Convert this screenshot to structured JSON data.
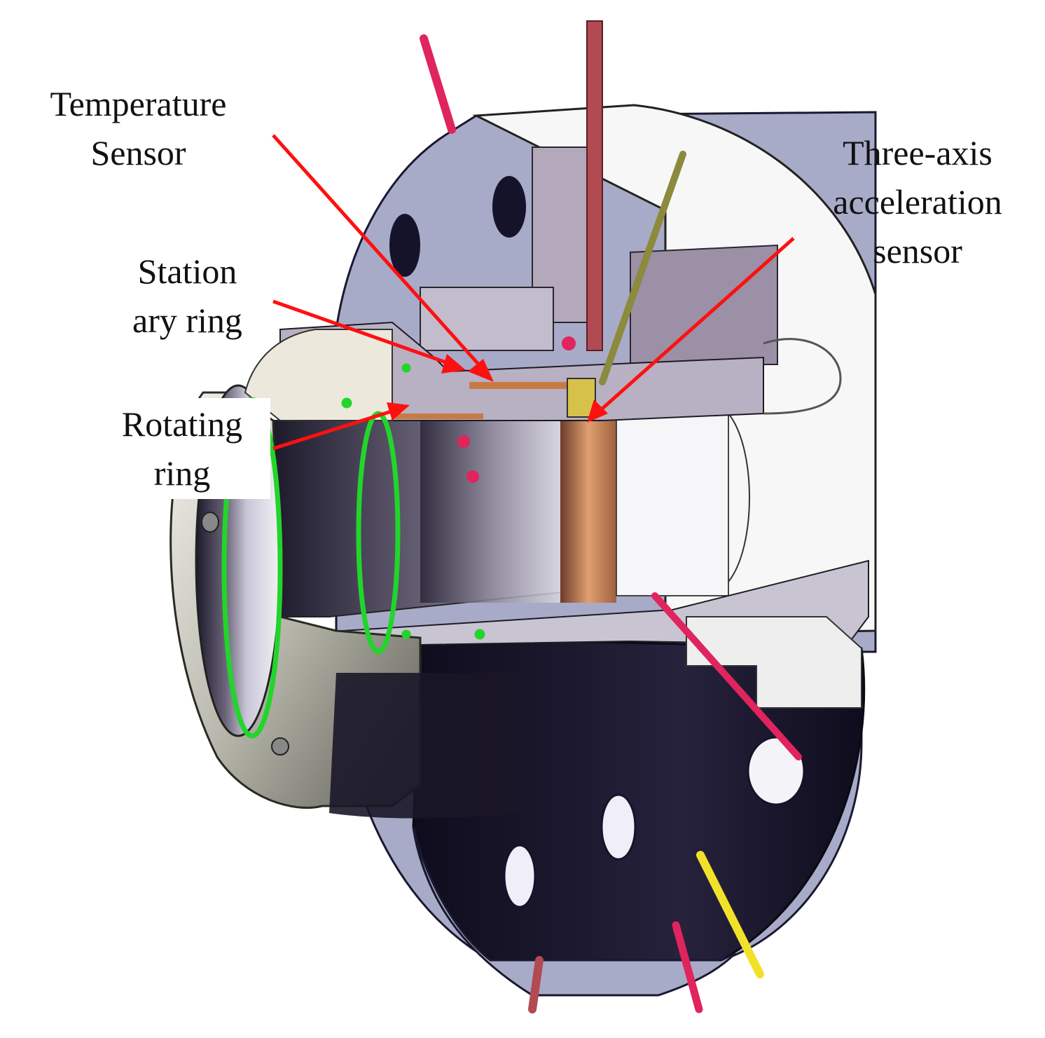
{
  "labels": {
    "temperature_sensor": [
      "Temperature",
      "Sensor"
    ],
    "stationary_ring": [
      "Station",
      "ary ring"
    ],
    "rotating_ring": [
      "Rotating",
      "ring"
    ],
    "three_axis_sensor": [
      "Three-axis",
      "acceleration",
      "sensor"
    ]
  },
  "colors": {
    "arrow": "#ff1010",
    "flange_light": "#a8abc8",
    "flange_dark": "#1a1830",
    "green_oring": "#22d52b",
    "red_probe": "#e0245e",
    "yellow_probe": "#f2e12a",
    "copper": "#c87a45"
  }
}
